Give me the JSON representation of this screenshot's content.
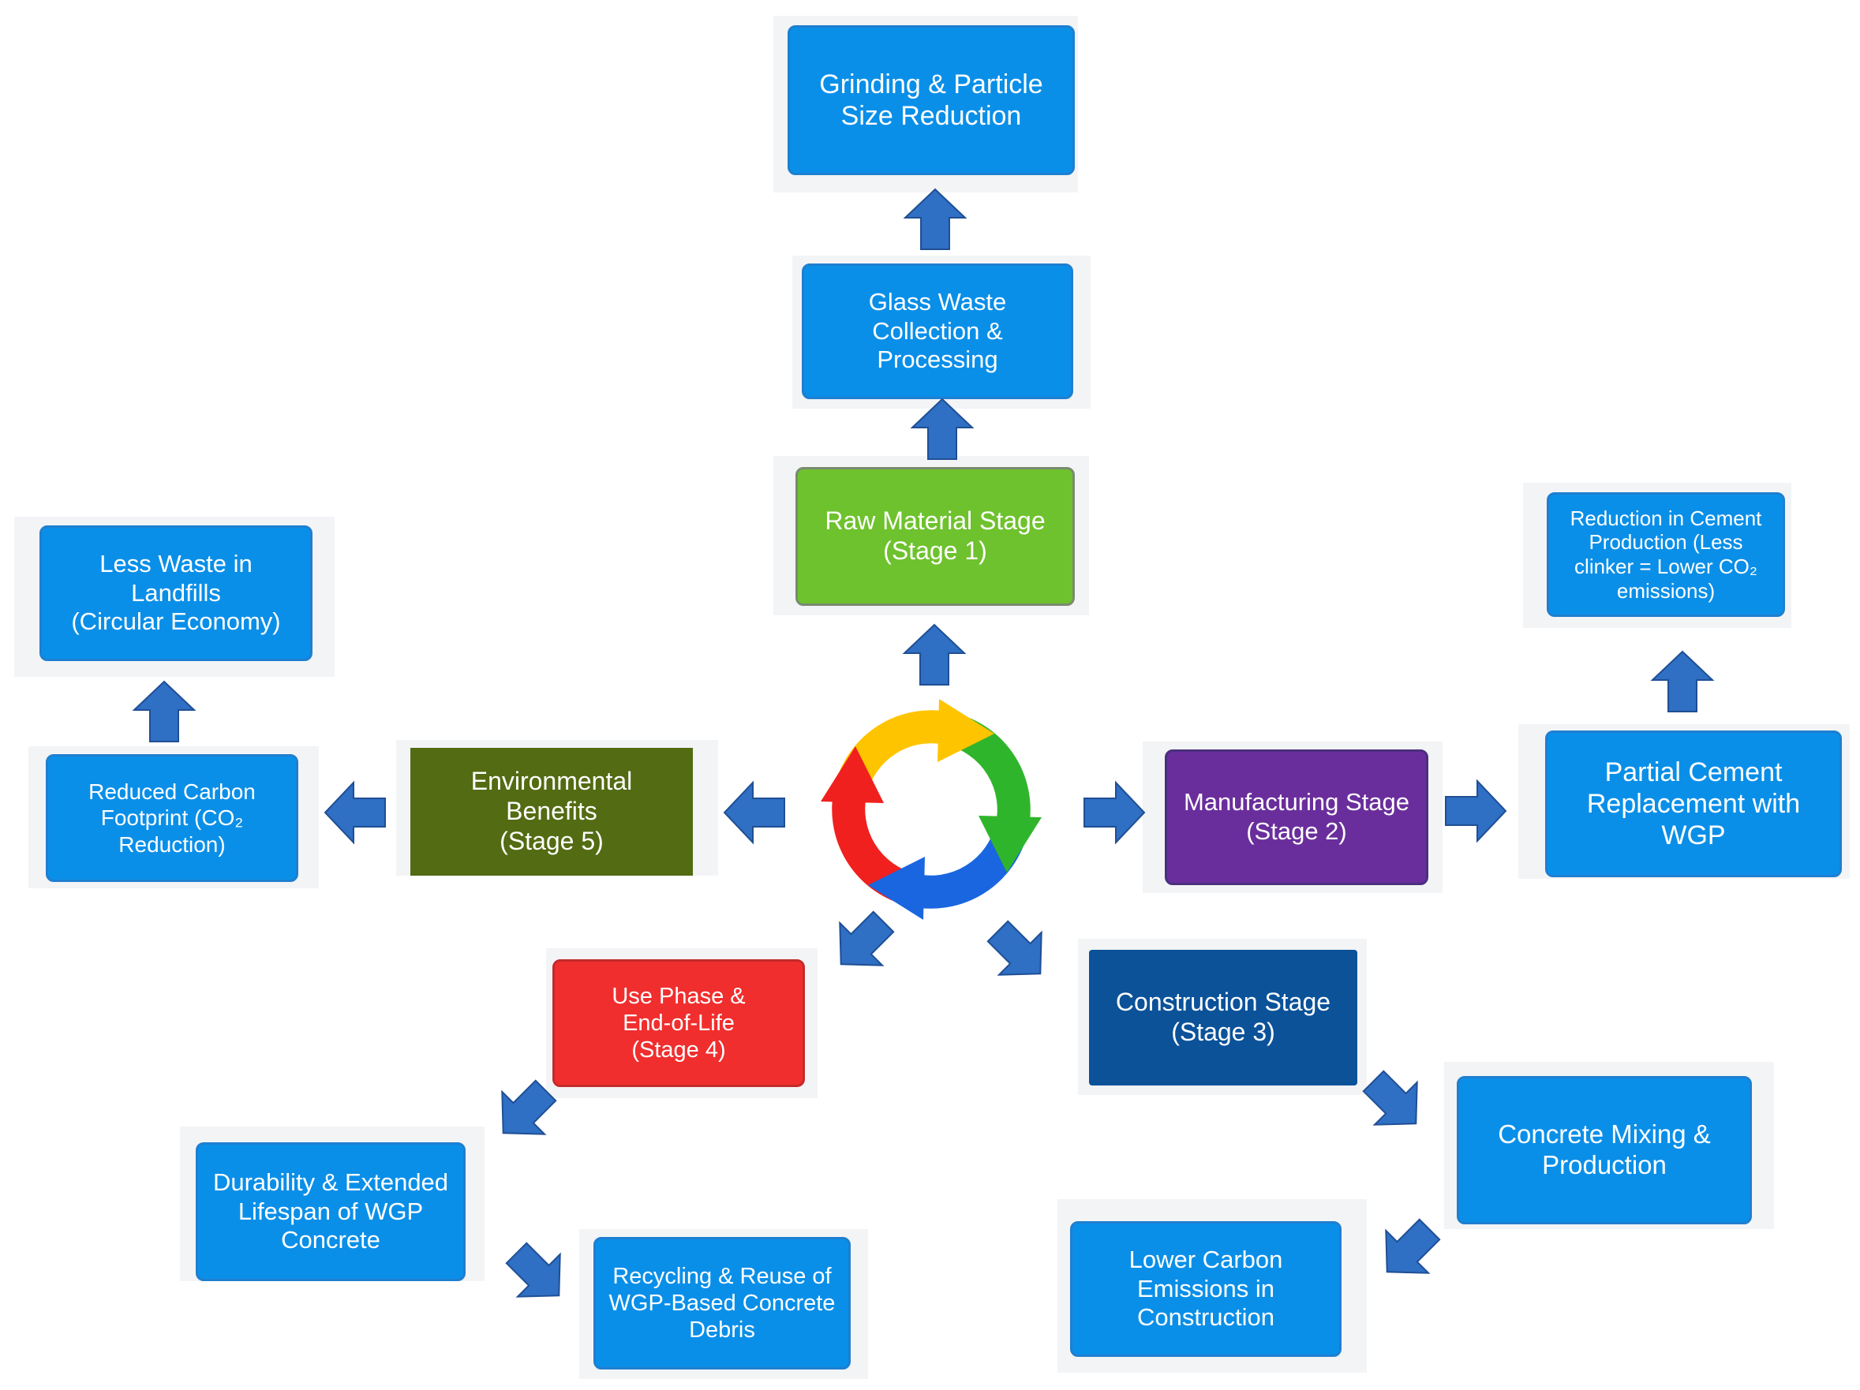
{
  "boxes": {
    "grinding": "Grinding & Particle\nSize Reduction",
    "collection": "Glass Waste\nCollection &\nProcessing",
    "raw_material": "Raw Material Stage\n(Stage 1)",
    "less_waste": "Less Waste in Landfills\n(Circular Economy)",
    "reduced_carbon": "Reduced Carbon\nFootprint (CO₂\nReduction)",
    "environmental": "Environmental\nBenefits\n(Stage 5)",
    "manufacturing": "Manufacturing Stage\n(Stage 2)",
    "partial_cement": "Partial Cement\nReplacement with\nWGP",
    "reduction_cement": "Reduction in Cement\nProduction (Less\nclinker = Lower CO₂\nemissions)",
    "use_phase": "Use Phase &\nEnd-of-Life\n(Stage 4)",
    "construction": "Construction Stage\n(Stage 3)",
    "durability": "Durability & Extended\nLifespan of WGP\nConcrete",
    "recycling": "Recycling & Reuse of\nWGP-Based Concrete\nDebris",
    "concrete_mixing": "Concrete Mixing &\nProduction",
    "lower_carbon": "Lower Carbon\nEmissions in\nConstruction"
  },
  "colors": {
    "blue_box": "#0a8fe8",
    "raw_material_green": "#6ec22d",
    "environmental_olive": "#536b12",
    "manufacturing_purple": "#6a2e9c",
    "construction_navy": "#0b5299",
    "use_phase_red": "#f02e2e",
    "arrow_blue": "#2f6fc4",
    "cycle_red": "#f0201e",
    "cycle_yellow": "#ffc400",
    "cycle_green": "#2fb52b",
    "cycle_blue": "#1a66e0"
  },
  "center_icon": "circular-recycle-arrows-icon"
}
